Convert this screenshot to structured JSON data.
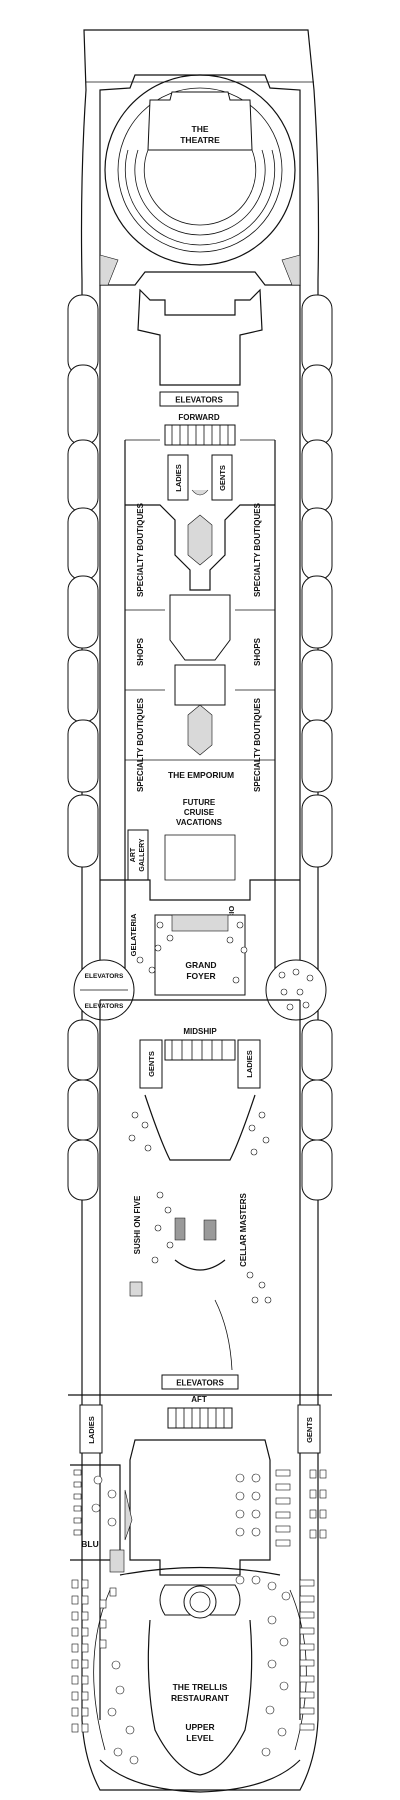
{
  "deck_labels": {
    "theatre": [
      "THE",
      "THEATRE"
    ],
    "elevators_forward": "ELEVATORS",
    "forward": "FORWARD",
    "ladies_forward": "LADIES",
    "gents_forward": "GENTS",
    "specialty_boutiques_left_top": "SPECIALTY BOUTIQUES",
    "specialty_boutiques_right_top": "SPECIALTY BOUTIQUES",
    "shops_left": "SHOPS",
    "shops_right": "SHOPS",
    "specialty_boutiques_left_bottom": "SPECIALTY BOUTIQUES",
    "specialty_boutiques_right_bottom": "SPECIALTY BOUTIQUES",
    "the_emporium": "THE EMPORIUM",
    "future_cruise_vacations": [
      "FUTURE",
      "CRUISE",
      "VACATIONS"
    ],
    "art_gallery": [
      "ART",
      "GALLERY"
    ],
    "gelateria": "GELATERIA",
    "cafe_al_bacio": "CAFÉ AL BACIO",
    "elevators_mid_top": "ELEVATORS",
    "elevators_mid_bottom": "ELEVATORS",
    "grand_foyer": [
      "GRAND",
      "FOYER"
    ],
    "midship": "MIDSHIP",
    "gents_midship": "GENTS",
    "ladies_midship": "LADIES",
    "sushi_on_five": "SUSHI ON FIVE",
    "cellar_masters": "CELLAR MASTERS",
    "elevators_aft": "ELEVATORS",
    "aft": "AFT",
    "ladies_aft": "LADIES",
    "gents_aft": "GENTS",
    "blu": "BLU",
    "trellis_restaurant": [
      "THE TRELLIS",
      "RESTAURANT"
    ],
    "upper_level": [
      "UPPER",
      "LEVEL"
    ]
  }
}
